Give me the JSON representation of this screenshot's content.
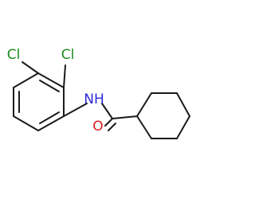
{
  "molecule": {
    "atoms": {
      "cl1": {
        "symbol": "Cl",
        "color": "#1e8a1e"
      },
      "cl2": {
        "symbol": "Cl",
        "color": "#1e8a1e"
      },
      "nh": {
        "symbol": "NH",
        "color": "#2b2bd9"
      },
      "o": {
        "symbol": "O",
        "color": "#d42020"
      }
    },
    "bond_color": "#1a1a1a"
  }
}
